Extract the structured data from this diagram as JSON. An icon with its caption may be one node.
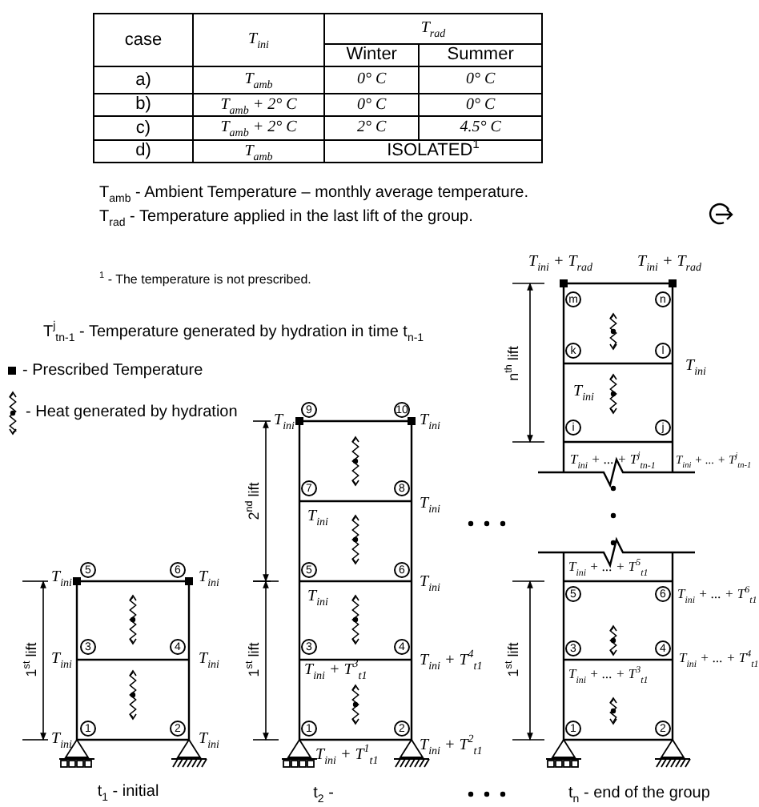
{
  "diagram": {
    "nodes": [
      {
        "text": [
          "5"
        ]
      },
      {
        "text": [
          "6"
        ]
      },
      {
        "text": [
          "3"
        ]
      },
      {
        "text": [
          "4"
        ]
      },
      {
        "text": [
          "1"
        ]
      },
      {
        "text": [
          "2"
        ]
      },
      {
        "text": [
          "9"
        ]
      },
      {
        "text": [
          "10"
        ]
      },
      {
        "text": [
          "7"
        ]
      },
      {
        "text": [
          "8"
        ]
      },
      {
        "text": [
          "5"
        ]
      },
      {
        "text": [
          "6"
        ]
      },
      {
        "text": [
          "3"
        ]
      },
      {
        "text": [
          "4"
        ]
      },
      {
        "text": [
          "1"
        ]
      },
      {
        "text": [
          "2"
        ]
      },
      {
        "text": [
          "m"
        ]
      },
      {
        "text": [
          "n"
        ]
      },
      {
        "text": [
          "k"
        ]
      },
      {
        "text": [
          "l"
        ]
      },
      {
        "text": [
          "i"
        ]
      },
      {
        "text": [
          "j"
        ]
      },
      {
        "text": [
          "5"
        ]
      },
      {
        "text": [
          "6"
        ]
      },
      {
        "text": [
          "3"
        ]
      },
      {
        "text": [
          "4"
        ]
      },
      {
        "text": [
          "1"
        ]
      },
      {
        "text": [
          "2"
        ]
      }
    ],
    "labels": [
      "case",
      "T$_{ini}$",
      "T$_{rad}$",
      "Winter",
      "Summer",
      "a)",
      "T$_{amb}$",
      "0° C",
      "0° C",
      "b)",
      "T$_{amb}$ + 2° C",
      "0° C",
      "0° C",
      "c)",
      "T$_{amb}$ + 2° C",
      "2° C",
      "4.5° C",
      "d)",
      "T$_{amb}$",
      "ISOLATED$^{1}$",
      "T$_{amb}$ - Ambient Temperature – monthly average temperature.",
      "T$_{rad}$ - Temperature applied in the last lift of the group.",
      "T$_{ini}$ + T$_{rad}$",
      "T$_{ini}$ + T$_{rad}$",
      "$^{1}$ - The temperature is not prescribed.",
      "n$^{th}$ lift",
      "T$_{ini}$",
      "T$_{ini}$",
      "T$^{j}$$_{tn-1}$ - Temperature generated by hydration in time t$_{n-1}$",
      "- Prescribed Temperature",
      "- Heat generated by hydration",
      "T$_{ini}$",
      "T$_{ini}$",
      "T$_{ini}$ + ... + T$^{j}$$_{tn-1}$",
      "T$_{ini}$ + ... + T$^{j}$$_{tn-1}$",
      "2$^{nd}$ lift",
      "T$_{ini}$",
      "T$_{ini}$",
      "T$_{ini}$ + ... + T$^{5}$$_{t1}$",
      "T$_{ini}$",
      "T$_{ini}$",
      "T$_{ini}$",
      "T$_{ini}$",
      "T$_{ini}$ + ... + T$^{6}$$_{t1}$",
      "1$^{st}$ lift",
      "1$^{st}$ lift",
      "1$^{st}$ lift",
      "T$_{ini}$",
      "T$_{ini}$",
      "T$_{ini}$ + T$^{4}$$_{t1}$",
      "T$_{ini}$ + ... + T$^{4}$$_{t1}$",
      "T$_{ini}$ + T$^{3}$$_{t1}$",
      "T$_{ini}$ + ... + T$^{3}$$_{t1}$",
      "T$_{ini}$",
      "T$_{ini}$",
      "T$_{ini}$ + T$^{2}$$_{t1}$",
      "T$_{ini}$ + T$^{1}$$_{t1}$",
      "t$_{1}$ - initial",
      "t$_{2}$ -",
      "t$_{n}$ - end of the group"
    ]
  }
}
